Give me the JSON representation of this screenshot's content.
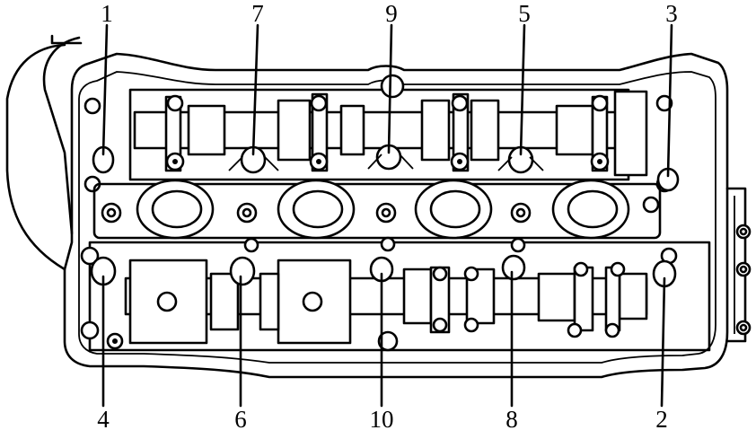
{
  "diagram": {
    "labels": [
      "1",
      "7",
      "9",
      "5",
      "3",
      "4",
      "6",
      "10",
      "8",
      "2"
    ]
  }
}
